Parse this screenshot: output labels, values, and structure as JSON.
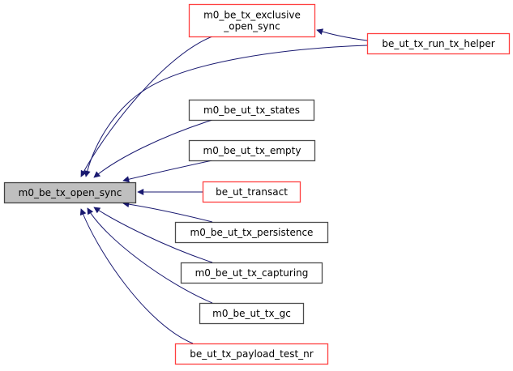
{
  "diagram": {
    "type": "call-graph",
    "edge_color": "#191970",
    "nodes": [
      {
        "id": "main",
        "lines": [
          "m0_be_tx_open_sync"
        ],
        "style": "focus",
        "fill": "#bfbfbf",
        "border": "#000000"
      },
      {
        "id": "excl",
        "lines": [
          "m0_be_tx_exclusive",
          "_open_sync"
        ],
        "style": "red",
        "fill": "#ffffff",
        "border": "#ff0000"
      },
      {
        "id": "helper",
        "lines": [
          "be_ut_tx_run_tx_helper"
        ],
        "style": "red",
        "fill": "#ffffff",
        "border": "#ff0000"
      },
      {
        "id": "states",
        "lines": [
          "m0_be_ut_tx_states"
        ],
        "style": "black",
        "fill": "#ffffff",
        "border": "#000000"
      },
      {
        "id": "empty",
        "lines": [
          "m0_be_ut_tx_empty"
        ],
        "style": "black",
        "fill": "#ffffff",
        "border": "#000000"
      },
      {
        "id": "transact",
        "lines": [
          "be_ut_transact"
        ],
        "style": "red",
        "fill": "#ffffff",
        "border": "#ff0000"
      },
      {
        "id": "persistence",
        "lines": [
          "m0_be_ut_tx_persistence"
        ],
        "style": "black",
        "fill": "#ffffff",
        "border": "#000000"
      },
      {
        "id": "capturing",
        "lines": [
          "m0_be_ut_tx_capturing"
        ],
        "style": "black",
        "fill": "#ffffff",
        "border": "#000000"
      },
      {
        "id": "gc",
        "lines": [
          "m0_be_ut_tx_gc"
        ],
        "style": "black",
        "fill": "#ffffff",
        "border": "#000000"
      },
      {
        "id": "payload",
        "lines": [
          "be_ut_tx_payload_test_nr"
        ],
        "style": "red",
        "fill": "#ffffff",
        "border": "#ff0000"
      }
    ],
    "edges": [
      {
        "from": "excl",
        "to": "main"
      },
      {
        "from": "helper",
        "to": "main"
      },
      {
        "from": "helper",
        "to": "excl"
      },
      {
        "from": "states",
        "to": "main"
      },
      {
        "from": "empty",
        "to": "main"
      },
      {
        "from": "transact",
        "to": "main"
      },
      {
        "from": "persistence",
        "to": "main"
      },
      {
        "from": "capturing",
        "to": "main"
      },
      {
        "from": "gc",
        "to": "main"
      },
      {
        "from": "payload",
        "to": "main"
      }
    ]
  }
}
